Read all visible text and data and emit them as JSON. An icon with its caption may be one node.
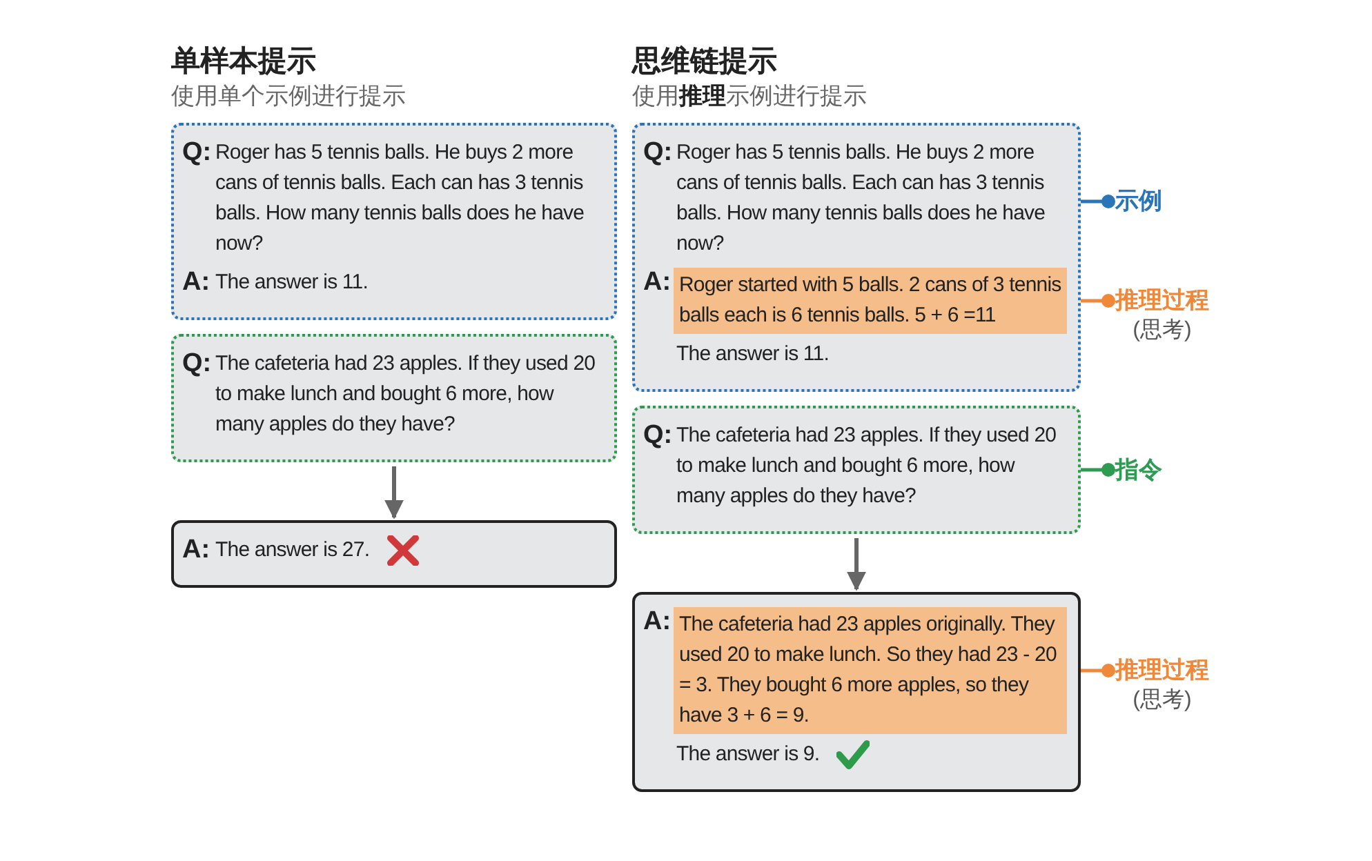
{
  "diagram": {
    "nodes": [
      {
        "text": [
          "Q:",
          "Roger has 5 tennis balls. He buys 2 more cans of tennis balls. Each can has 3 tennis balls. How many tennis balls does he have now?",
          "A:",
          "The answer is 11."
        ]
      },
      {
        "text": [
          "Q:",
          "The cafeteria had 23 apples. If they used 20 to make lunch and bought 6 more, how many apples do they have?"
        ]
      },
      {
        "text": [
          "A:",
          "The answer is 27."
        ]
      },
      {
        "text": [
          "Q:",
          "Roger has 5 tennis balls. He buys 2 more cans of tennis balls. Each can has 3 tennis balls. How many tennis balls does he have now?",
          "A:",
          "The answer is 11."
        ]
      },
      {
        "text": [
          "Roger started with 5 balls. 2 cans of 3 tennis balls each is 6 tennis balls. 5 + 6 =11"
        ],
        "in": 3
      },
      {
        "text": [
          "示例"
        ]
      },
      {
        "text": [
          "推理过程",
          "(思考)"
        ]
      },
      {
        "text": [
          "Q:",
          "The cafeteria had 23 apples. If they used 20 to make lunch and bought 6 more, how many apples do they have?"
        ]
      },
      {
        "text": [
          "指令"
        ]
      },
      {
        "text": [
          "A:",
          "The answer is 9."
        ]
      },
      {
        "text": [
          "The cafeteria had 23 apples originally. They used 20 to make lunch. So they had 23 - 20 = 3. They bought 6 more apples, so they have 3 + 6 = 9."
        ],
        "in": 9
      },
      {
        "text": [
          "推理过程",
          "(思考)"
        ]
      }
    ],
    "edges": [
      {
        "from": 1,
        "to": 2,
        "arrow": "to"
      },
      {
        "from": 5,
        "to": 3,
        "arrow": "other",
        "color": "#2a74b8"
      },
      {
        "from": 6,
        "to": 4,
        "arrow": "other",
        "color": "#f0883a"
      },
      {
        "from": 8,
        "to": 7,
        "arrow": "other",
        "color": "#2f9a52"
      },
      {
        "from": 7,
        "to": 9,
        "arrow": "to"
      },
      {
        "from": 11,
        "to": 10,
        "arrow": "other",
        "color": "#f0883a"
      }
    ],
    "labels": [
      "单样本提示",
      "使用单个示例进行提示",
      "思维链提示",
      "使用**推理**示例进行提示"
    ]
  }
}
